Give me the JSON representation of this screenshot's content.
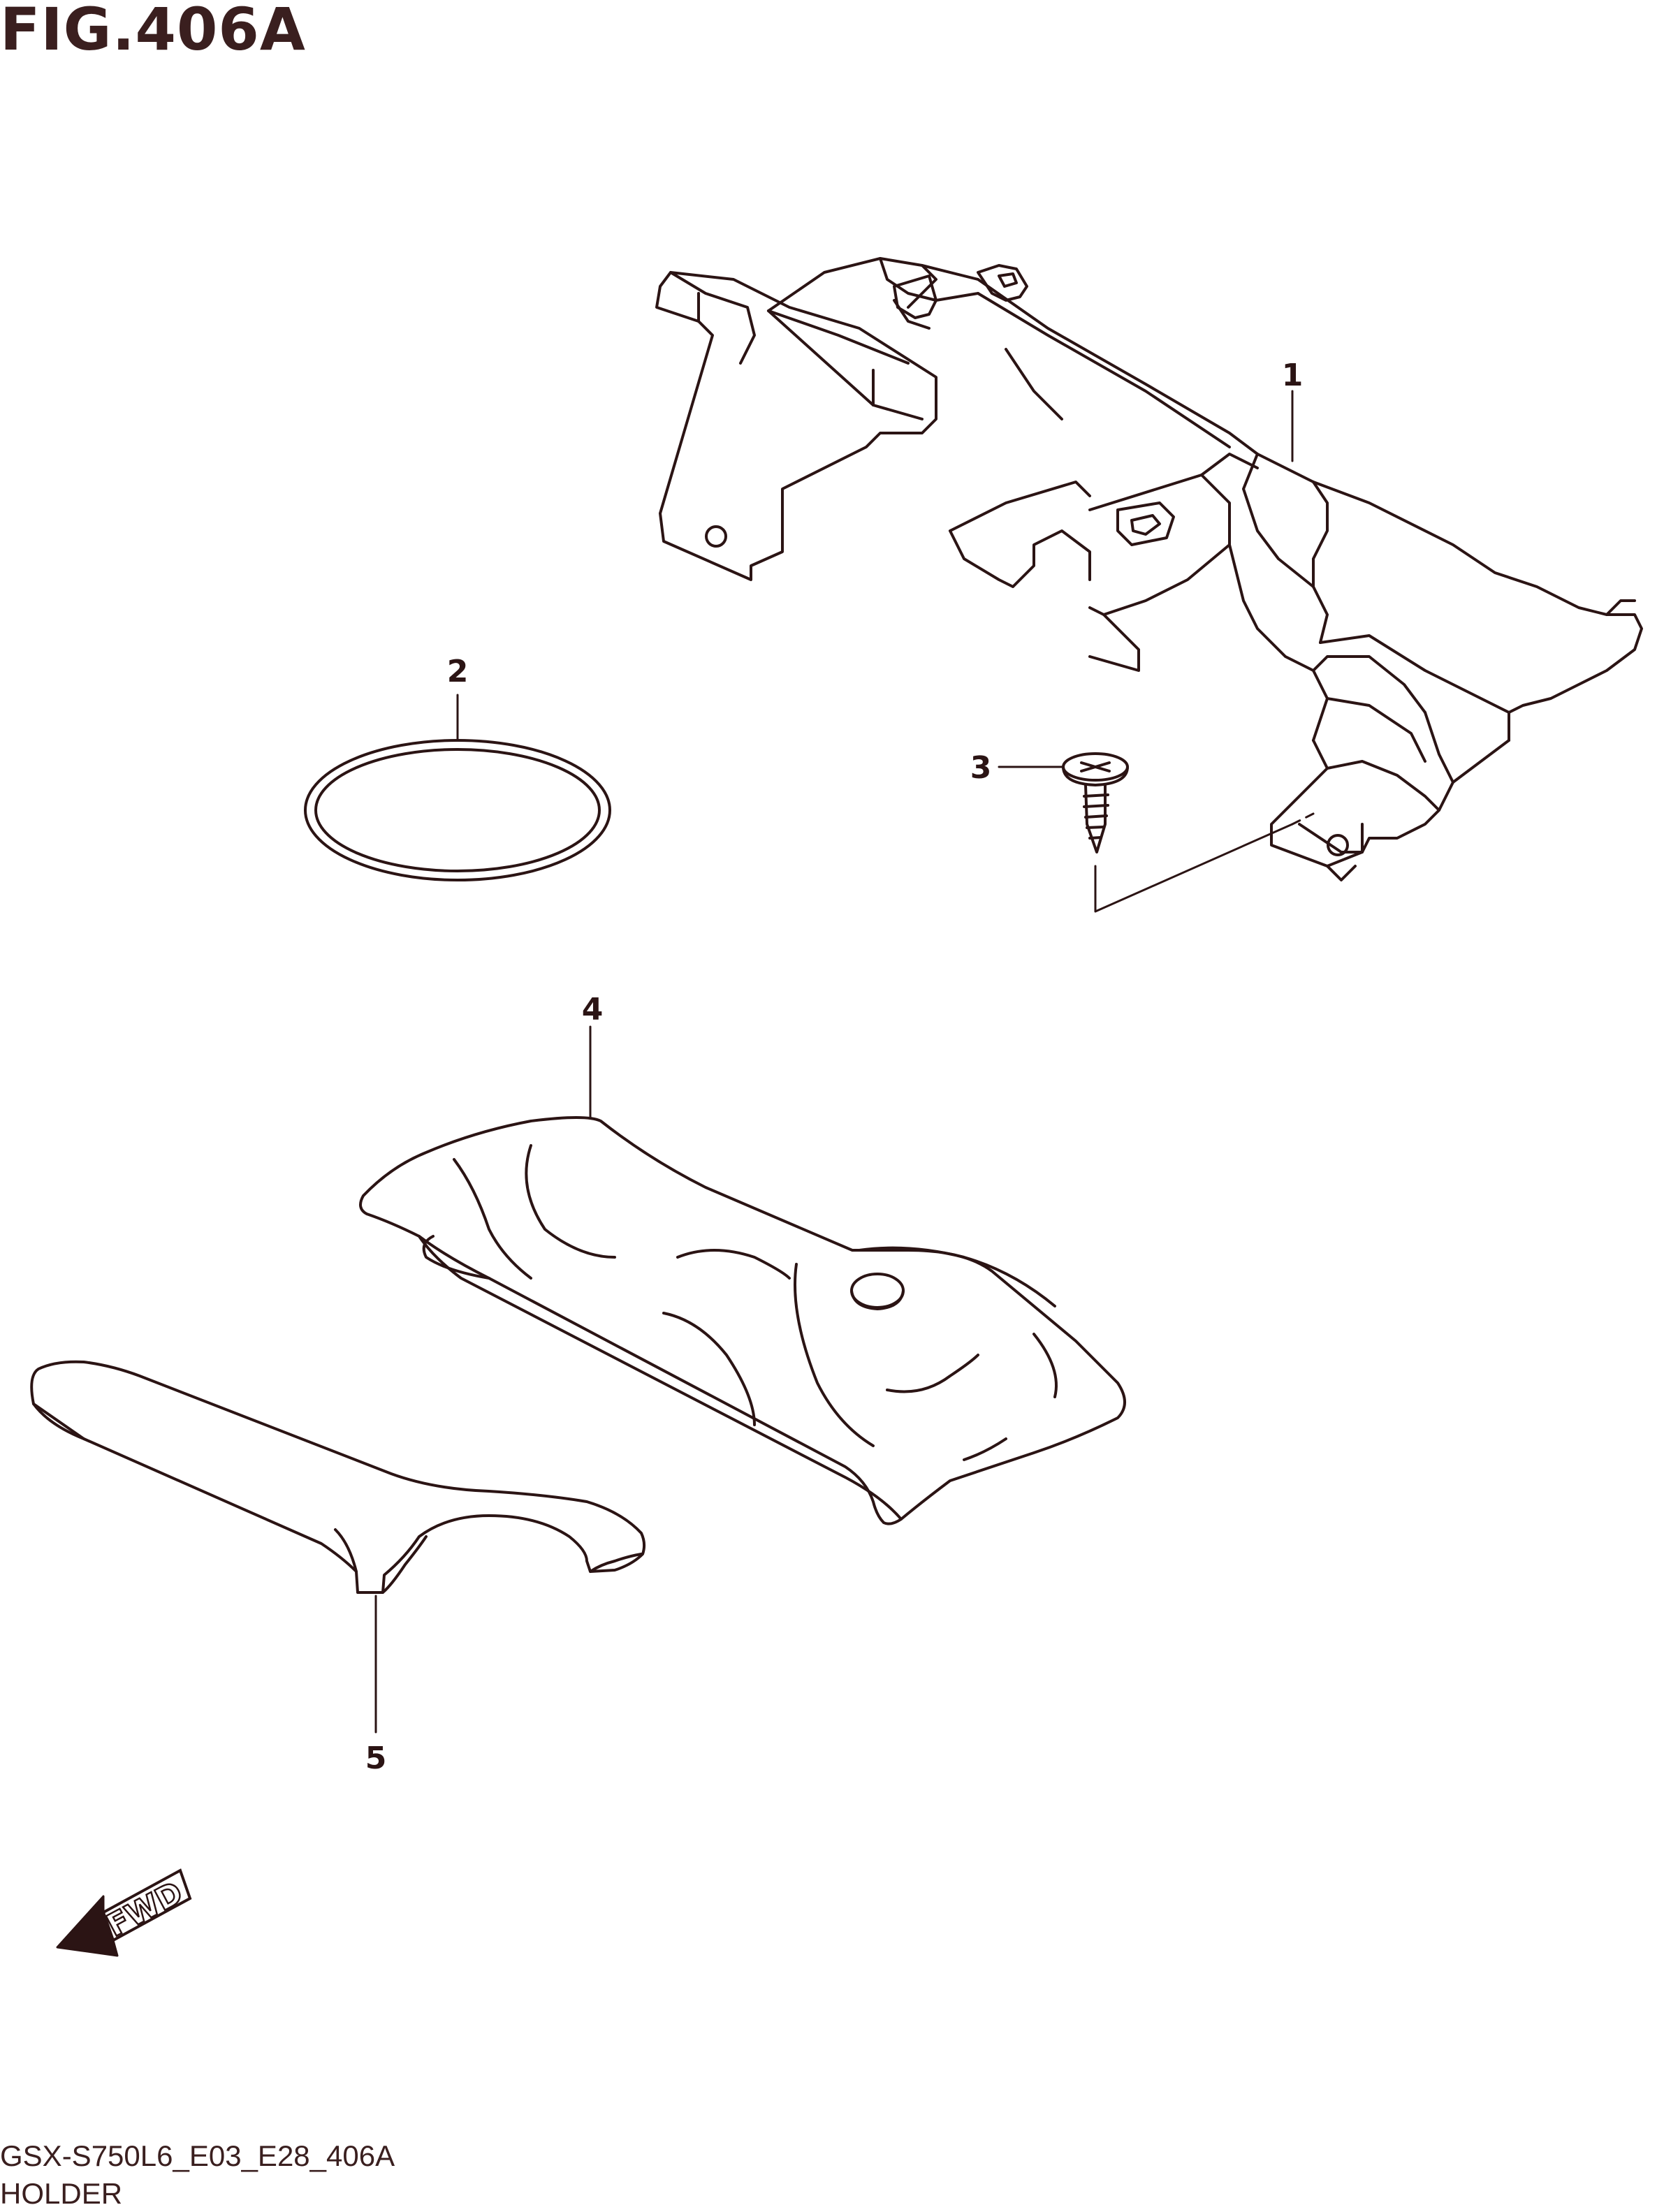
{
  "figure": {
    "title": "FIG.406A",
    "code": "GSX-S750L6_E03_E28_406A",
    "name": "HOLDER"
  },
  "callouts": [
    {
      "id": "1",
      "label": "1"
    },
    {
      "id": "2",
      "label": "2"
    },
    {
      "id": "3",
      "label": "3"
    },
    {
      "id": "4",
      "label": "4"
    },
    {
      "id": "5",
      "label": "5"
    }
  ],
  "direction": {
    "label": "FWD"
  },
  "colors": {
    "ink": "#2b1414",
    "text": "#3a1f1f"
  }
}
